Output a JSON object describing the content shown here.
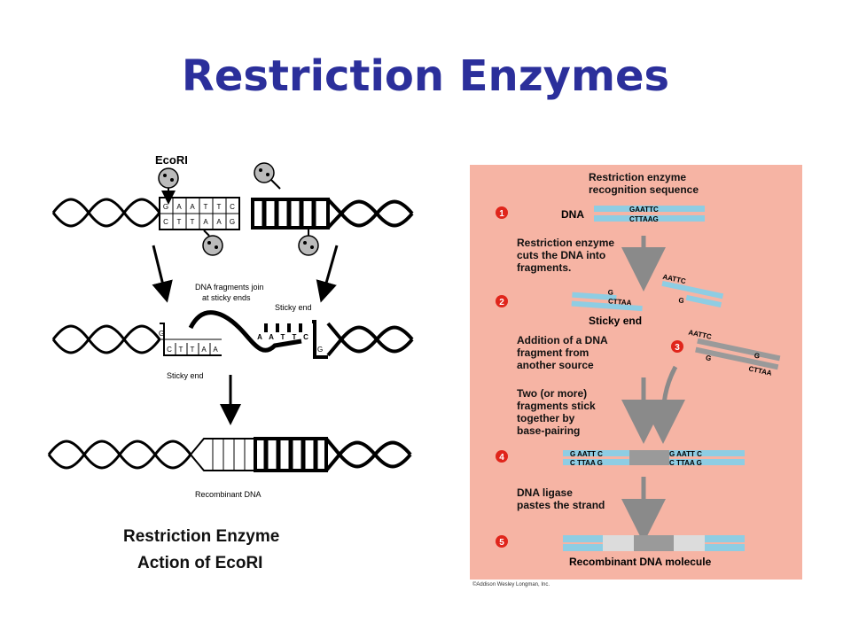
{
  "title": "Restriction Enzymes",
  "left": {
    "enzyme_label": "EcoRI",
    "top_seq": [
      "G",
      "A",
      "A",
      "T",
      "T",
      "C"
    ],
    "bottom_seq": [
      "C",
      "T",
      "T",
      "A",
      "A",
      "G"
    ],
    "join_label_line1": "DNA fragments join",
    "join_label_line2": "at sticky ends",
    "sticky_end_top": "Sticky end",
    "sticky_end_bottom": "Sticky end",
    "mid_left_top": "G",
    "mid_left_bottom": [
      "C",
      "T",
      "T",
      "A",
      "A"
    ],
    "mid_right_top": [
      "A",
      "A",
      "T",
      "T",
      "C"
    ],
    "mid_right_bottom": "G",
    "recombinant_label": "Recombinant DNA",
    "caption_line1": "Restriction Enzyme",
    "caption_line2": "Action of EcoRI"
  },
  "right": {
    "header_line1": "Restriction enzyme",
    "header_line2": "recognition sequence",
    "steps": [
      "1",
      "2",
      "3",
      "4",
      "5"
    ],
    "dna_label": "DNA",
    "seq_top": "GAATTC",
    "seq_bottom": "CTTAAG",
    "step1_line1": "Restriction enzyme",
    "step1_line2": "cuts the DNA into",
    "step1_line3": "fragments.",
    "frag_left_top": "G",
    "frag_left_bottom": "CTTAA",
    "frag_right_top": "AATTC",
    "frag_right_bottom": "G",
    "sticky_end": "Sticky end",
    "step2_line1": "Addition of a DNA",
    "step2_line2": "fragment from",
    "step2_line3": "another source",
    "foreign_top": "AATTC",
    "foreign_right_top": "G",
    "foreign_left_bottom": "G",
    "foreign_bottom": "CTTAA",
    "step3_line1": "Two (or more)",
    "step3_line2": "fragments stick",
    "step3_line3": "together by",
    "step3_line4": "base-pairing",
    "joined_a_top": "G  AATT C",
    "joined_a_bottom": "C  TTAA G",
    "joined_b_top": "G  AATT C",
    "joined_b_bottom": "C  TTAA G",
    "ligase_line1": "DNA ligase",
    "ligase_line2": "pastes the strand",
    "final_label": "Recombinant DNA molecule",
    "copyright": "©Addison Wesley Longman, Inc."
  }
}
